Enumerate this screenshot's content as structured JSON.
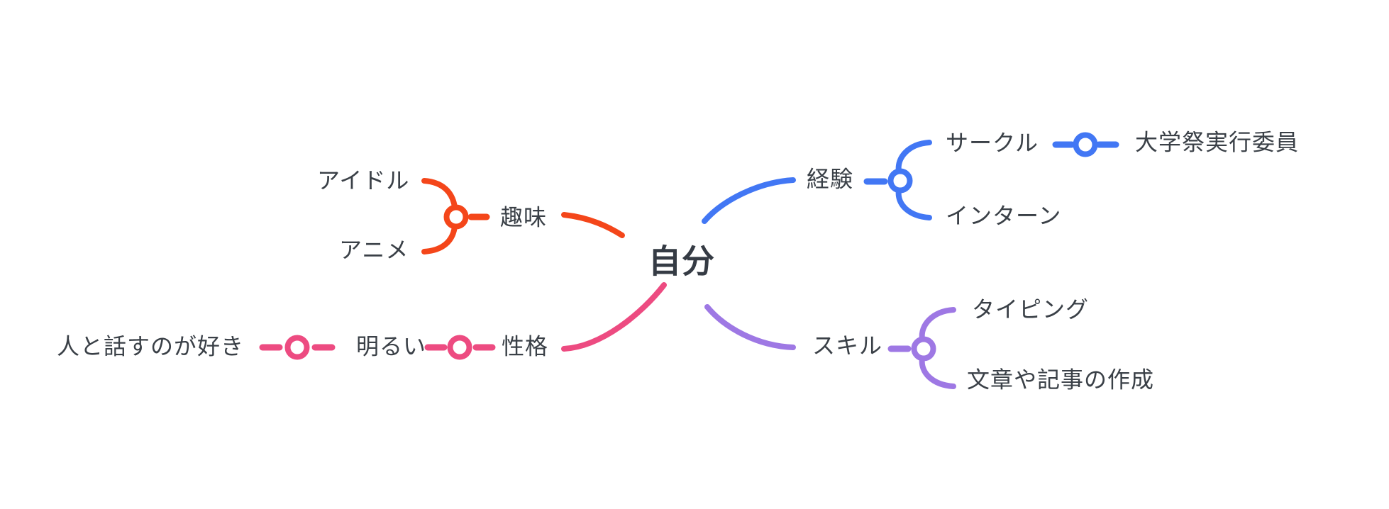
{
  "styles": {
    "background": "#ffffff",
    "text_color": "#3a4047",
    "root_text_color": "#353b44"
  },
  "root": {
    "label": "自分"
  },
  "branches": [
    {
      "label": "趣味",
      "color": "#f4461a",
      "side": "left",
      "children": [
        {
          "label": "アイドル"
        },
        {
          "label": "アニメ"
        }
      ]
    },
    {
      "label": "経験",
      "color": "#4277f4",
      "side": "right",
      "children": [
        {
          "label": "サークル",
          "children": [
            {
              "label": "大学祭実行委員"
            }
          ]
        },
        {
          "label": "インターン"
        }
      ]
    },
    {
      "label": "性格",
      "color": "#ed4b81",
      "side": "left",
      "children": [
        {
          "label": "明るい",
          "children": [
            {
              "label": "人と話すのが好き"
            }
          ]
        }
      ]
    },
    {
      "label": "スキル",
      "color": "#9e78e4",
      "side": "right",
      "children": [
        {
          "label": "タイピング"
        },
        {
          "label": "文章や記事の作成"
        }
      ]
    }
  ]
}
